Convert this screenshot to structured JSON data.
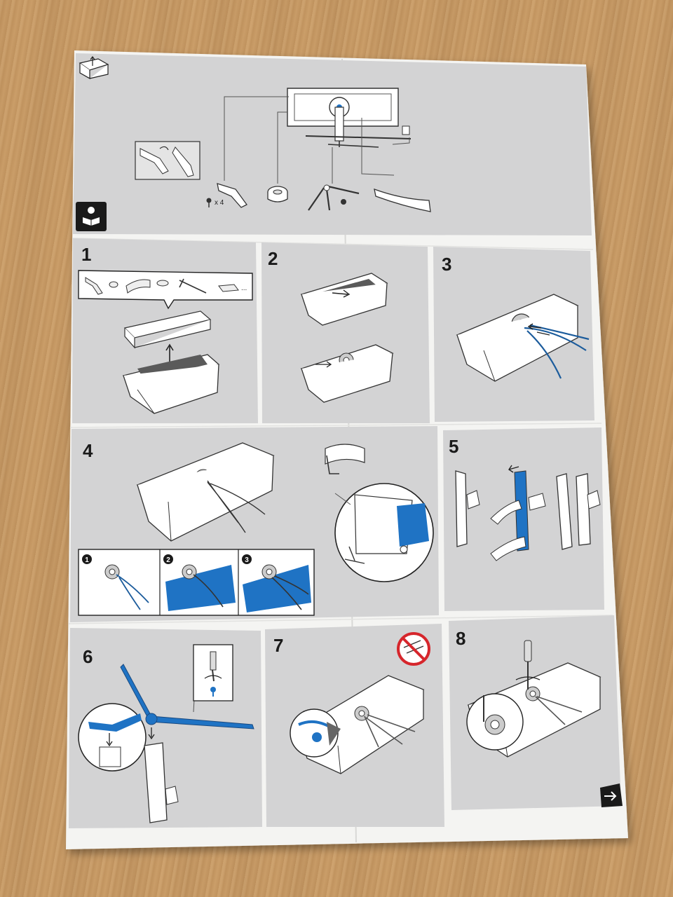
{
  "sheet": {
    "colors": {
      "panel": "#d3d3d4",
      "paper": "#f4f4f2",
      "accent_blue": "#1f73c4",
      "line": "#2a2a2a",
      "prohibit_red": "#d6262c"
    },
    "overview": {
      "screw_count_label": "x 4",
      "icons": [
        "open-box-icon",
        "read-manual-icon"
      ]
    },
    "steps": [
      {
        "number": "1"
      },
      {
        "number": "2"
      },
      {
        "number": "3"
      },
      {
        "number": "4",
        "substeps": [
          "1",
          "2",
          "3"
        ]
      },
      {
        "number": "5"
      },
      {
        "number": "6"
      },
      {
        "number": "7"
      },
      {
        "number": "8"
      }
    ],
    "next_page_icon": "arrow-right-icon"
  }
}
